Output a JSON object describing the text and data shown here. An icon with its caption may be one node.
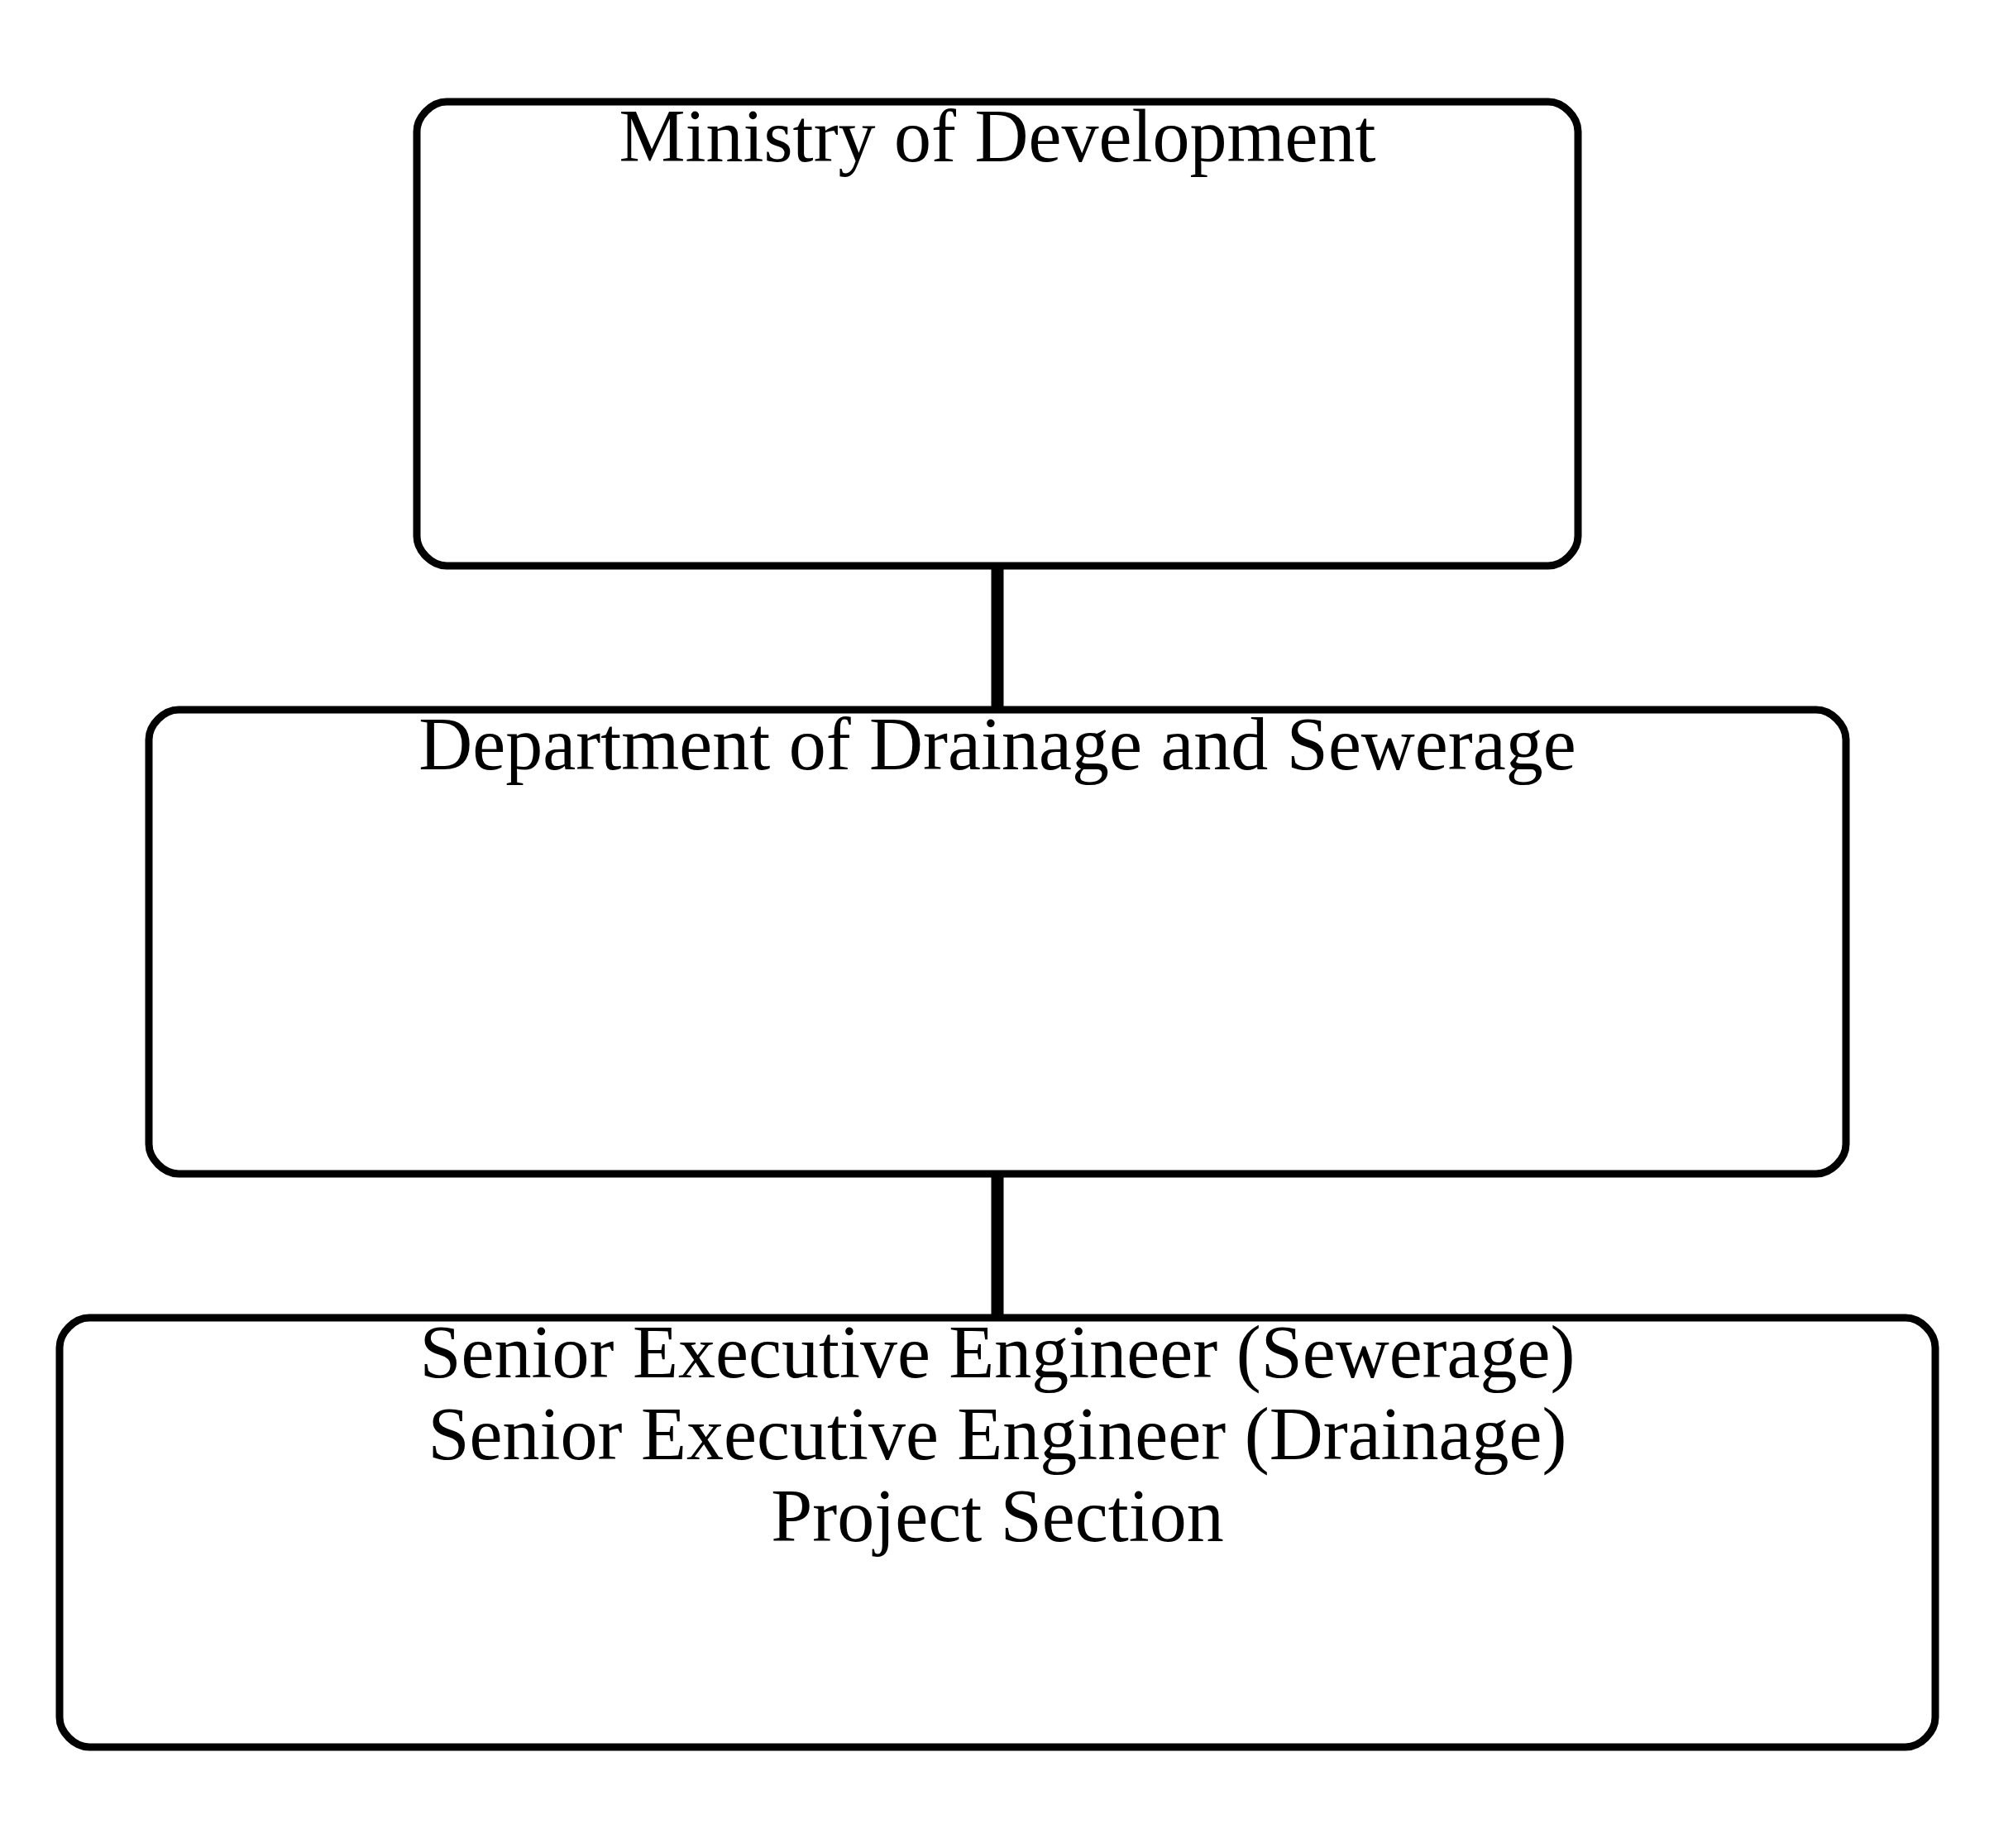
{
  "diagram": {
    "nodes": [
      {
        "text": [
          "Ministry of Development"
        ]
      },
      {
        "text": [
          "Department of Drainage and Sewerage"
        ]
      },
      {
        "text": [
          "Senior Executive Engineer (Sewerage)",
          "Senior Executive Engineer (Drainage)",
          "Project Section"
        ]
      }
    ],
    "edges": [
      {
        "from": 0,
        "to": 1,
        "arrow": "none"
      },
      {
        "from": 1,
        "to": 2,
        "arrow": "none"
      }
    ]
  }
}
